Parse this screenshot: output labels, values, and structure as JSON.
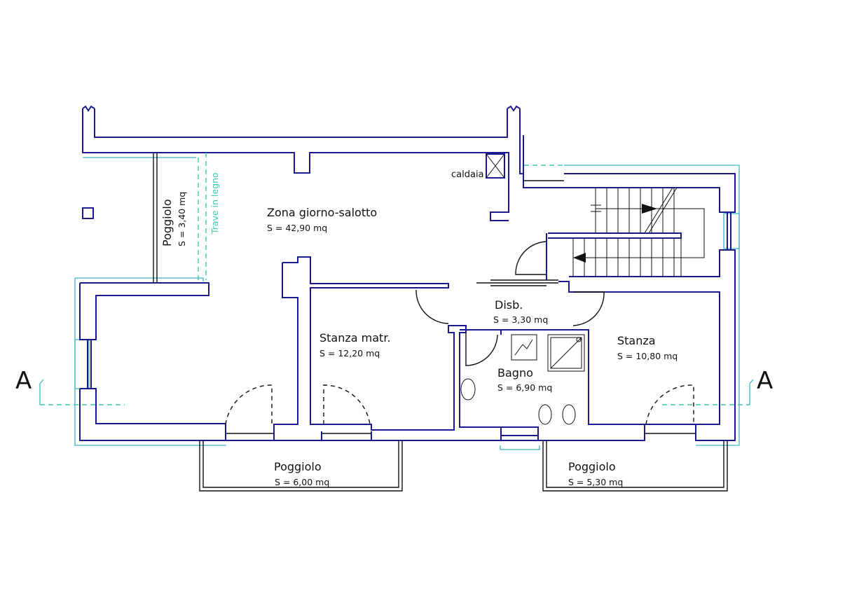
{
  "rooms": {
    "zona_giorno": {
      "name": "Zona giorno-salotto",
      "area": "S  = 42,90 mq"
    },
    "stanza_matr": {
      "name": "Stanza matr.",
      "area": "S  =  12,20 mq"
    },
    "disb": {
      "name": "Disb.",
      "area": "S  =    3,30 mq"
    },
    "bagno": {
      "name": "Bagno",
      "area": "S  =   6,90 mq"
    },
    "stanza": {
      "name": "Stanza",
      "area": "S  =  10,80 mq"
    },
    "poggiolo_left": {
      "name": "Poggiolo",
      "area": "S = 3,40 mq"
    },
    "poggiolo_front": {
      "name": "Poggiolo",
      "area": "S  =   6,00 mq"
    },
    "poggiolo_right": {
      "name": "Poggiolo",
      "area": "S  =  5,30 mq"
    }
  },
  "labels": {
    "caldaia": "caldaia",
    "trave": "Trave in legno",
    "section_left": "A",
    "section_right": "A"
  },
  "colors": {
    "walls": "#1a1a8c",
    "outline": "#3fb3c0",
    "beam": "#3fc9a8",
    "text": "#111111"
  }
}
